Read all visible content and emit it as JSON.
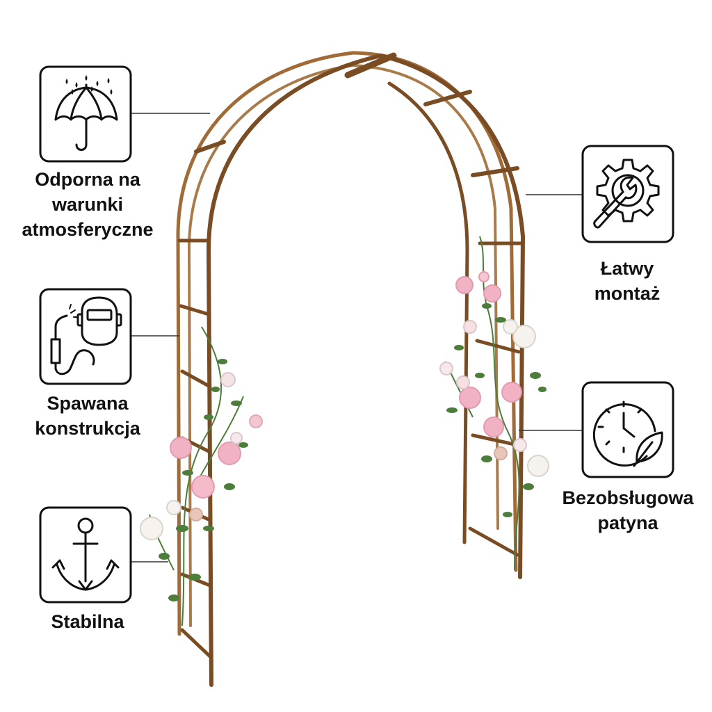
{
  "features": {
    "weather": {
      "label": "Odporna na\nwarunki\natmosferyczne",
      "icon": "umbrella-rain-icon"
    },
    "welded": {
      "label": "Spawana\nkonstrukcja",
      "icon": "welding-torch-mask-icon"
    },
    "stable": {
      "label": "Stabilna",
      "icon": "anchor-icon"
    },
    "assembly": {
      "label": "Łatwy\nmontaż",
      "icon": "gear-wrench-icon"
    },
    "patina": {
      "label": "Bezobsługowa\npatyna",
      "icon": "clock-leaf-icon"
    }
  },
  "colors": {
    "metal": "#8a5a2b",
    "metal_dark": "#6b4424",
    "leaf": "#4c7d3a",
    "rose_pink": "#f1b3c3",
    "rose_white": "#f6f2ee",
    "line": "#222222"
  }
}
